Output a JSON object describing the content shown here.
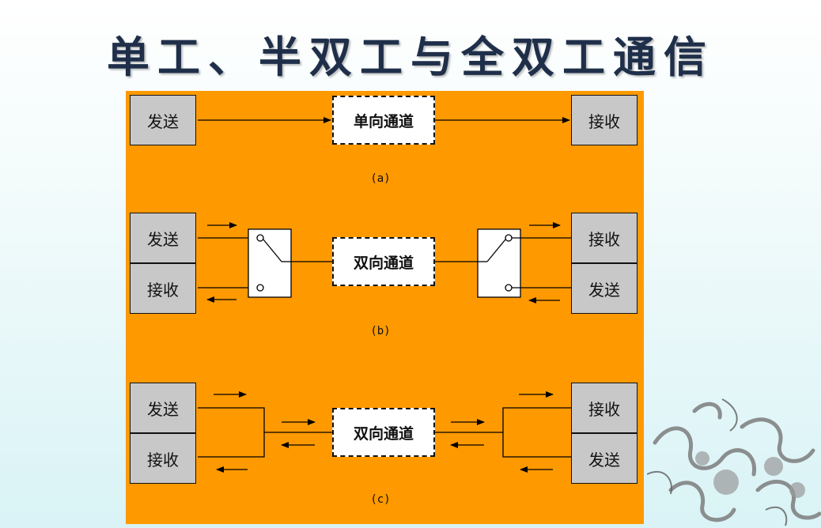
{
  "title": "单工、半双工与全双工通信",
  "diagram_a": {
    "send": "发送",
    "channel": "单向通道",
    "receive": "接收",
    "caption": "(a)"
  },
  "diagram_b": {
    "left_send": "发送",
    "left_receive": "接收",
    "channel": "双向通道",
    "right_receive": "接收",
    "right_send": "发送",
    "caption": "(b)"
  },
  "diagram_c": {
    "left_send": "发送",
    "left_receive": "接收",
    "channel": "双向通道",
    "right_receive": "接收",
    "right_send": "发送",
    "caption": "(c)"
  },
  "colors": {
    "panel": "#ff9900",
    "box": "#c8c8c8",
    "title": "#1f2f4a"
  }
}
